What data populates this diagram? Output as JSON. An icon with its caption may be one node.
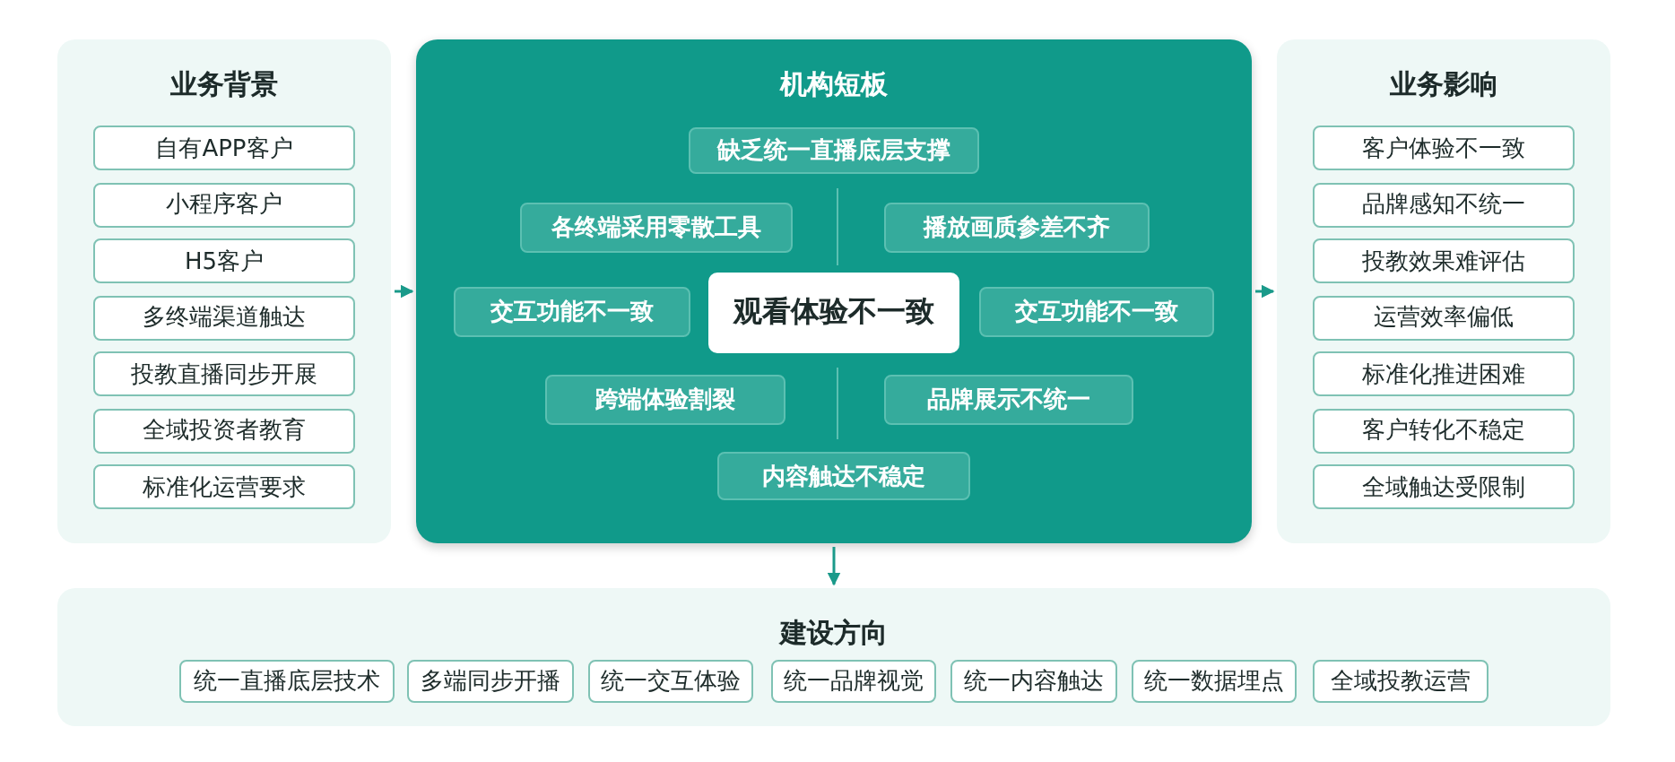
{
  "diagram": {
    "nodes": [
      {
        "text": [
          "业务背景"
        ]
      },
      {
        "text": [
          "自有APP客户"
        ],
        "in": 0
      },
      {
        "text": [
          "小程序客户"
        ],
        "in": 0
      },
      {
        "text": [
          "H5客户"
        ],
        "in": 0
      },
      {
        "text": [
          "多终端渠道触达"
        ],
        "in": 0
      },
      {
        "text": [
          "投教直播同步开展"
        ],
        "in": 0
      },
      {
        "text": [
          "全域投资者教育"
        ],
        "in": 0
      },
      {
        "text": [
          "标准化运营要求"
        ],
        "in": 0
      },
      {
        "text": [
          "机构短板"
        ]
      },
      {
        "text": [
          "缺乏统一直播底层支撑"
        ],
        "in": 8
      },
      {
        "text": [
          "各终端采用零散工具"
        ],
        "in": 8
      },
      {
        "text": [
          "播放画质参差不齐"
        ],
        "in": 8
      },
      {
        "text": [
          "交互功能不一致"
        ],
        "in": 8
      },
      {
        "text": [
          "观看体验不一致"
        ],
        "in": 8
      },
      {
        "text": [
          "交互功能不一致"
        ],
        "in": 8
      },
      {
        "text": [
          "跨端体验割裂"
        ],
        "in": 8
      },
      {
        "text": [
          "品牌展示不统一"
        ],
        "in": 8
      },
      {
        "text": [
          "内容触达不稳定"
        ],
        "in": 8
      },
      {
        "text": [
          "业务影响"
        ]
      },
      {
        "text": [
          "客户体验不一致"
        ],
        "in": 18
      },
      {
        "text": [
          "品牌感知不统一"
        ],
        "in": 18
      },
      {
        "text": [
          "投教效果难评估"
        ],
        "in": 18
      },
      {
        "text": [
          "运营效率偏低"
        ],
        "in": 18
      },
      {
        "text": [
          "标准化推进困难"
        ],
        "in": 18
      },
      {
        "text": [
          "客户转化不稳定"
        ],
        "in": 18
      },
      {
        "text": [
          "全域触达受限制"
        ],
        "in": 18
      },
      {
        "text": [
          "建设方向"
        ]
      },
      {
        "text": [
          "统一直播底层技术"
        ],
        "in": 26
      },
      {
        "text": [
          "多端同步开播"
        ],
        "in": 26
      },
      {
        "text": [
          "统一交互体验"
        ],
        "in": 26
      },
      {
        "text": [
          "统一品牌视觉"
        ],
        "in": 26
      },
      {
        "text": [
          "统一内容触达"
        ],
        "in": 26
      },
      {
        "text": [
          "统一数据埋点"
        ],
        "in": 26
      },
      {
        "text": [
          "全域投教运营"
        ],
        "in": 26
      }
    ],
    "edges": [
      {
        "from": 0,
        "to": 8,
        "arrow": "to"
      },
      {
        "from": 8,
        "to": 18,
        "arrow": "to"
      },
      {
        "from": 8,
        "to": 26,
        "arrow": "to"
      }
    ]
  }
}
